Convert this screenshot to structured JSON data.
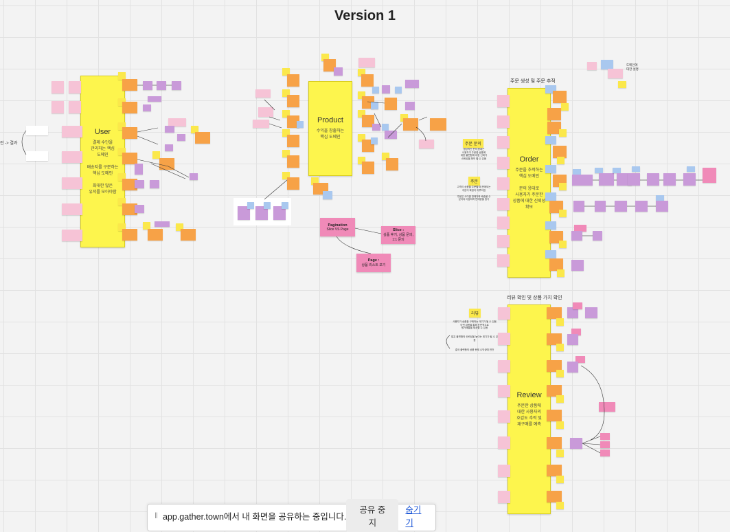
{
  "board": {
    "title": "Version 1",
    "edge_text": "전 -> 결과"
  },
  "user": {
    "title": "User",
    "desc": "결제 수단을\n관리하는 핵심\n도메인\n\n배송지를 구분하는\n핵심 도메인\n\n최대한 많은\n유저를 모아야함"
  },
  "product": {
    "title": "Product",
    "desc": "수익을 창출하는\n핵심 도메인"
  },
  "order": {
    "frame_label": "주문 생성 및 주문 추적",
    "title": "Order",
    "desc": "주문을 추적하는\n핵심 도메인\n\n문의 응대로\n사용자가 주문한\n상품에 대한 신뢰성\n확보",
    "inquiry_tag": "주문 문의",
    "inquiry_text": "생성적인 문의 응대는\n사용자가 주문한 상품에\n대한 불편함에 대한 신뢰가\n신뢰성을 확보 할 수 있음",
    "order_tag": "주문",
    "order_text": "고객이 상품을 주문할 때 판매되는\n주문이 확정이 이루어짐\n\n주문은 사이클 판매자와 배송을 수\n있어야 이동하며 판매량을 증가"
  },
  "review": {
    "frame_label": "리뷰 확인 및 상품 가치 확인",
    "title": "Review",
    "desc": "주문한 상품에\n대한 사용자의\n호감도 추적 및\n재구매를 예측",
    "review_tag": "리뷰",
    "review_text": "사용자가 상품을 구매하는 계기가 될 수 있음\n이런 내용을 통해 표준적으로\n평가해줄을 제공할 수 있음",
    "note_1": "많은 불편함의 신뢰성을 높이는 계기가 될 수 있음",
    "note_2": "결국 플랫폼의 상품 문제 수익성에 연관"
  },
  "pagination": {
    "card": {
      "title": "Pagination",
      "sub": "Slice VS Page"
    },
    "slice": {
      "title": "Slice :",
      "sub": "상품 후기, 상품 문의,\n1:1 문의"
    },
    "page": {
      "title": "Page :",
      "sub": "상품 리스트 보기"
    }
  },
  "top_right": {
    "note": "도메인에\n대한 설명"
  },
  "share_bar": {
    "message": "app.gather.town에서 내 화면을 공유하는 중입니다.",
    "stop_label": "공유 중지",
    "hide_label": "숨기기"
  },
  "colors": {
    "big_note": "#fdf54d",
    "orange": "#f7a247",
    "pink": "#f6c3d6",
    "hot_pink": "#f08ab8",
    "purple": "#c99ad9",
    "blue": "#a9c8ef",
    "link": "#1a55d6"
  }
}
